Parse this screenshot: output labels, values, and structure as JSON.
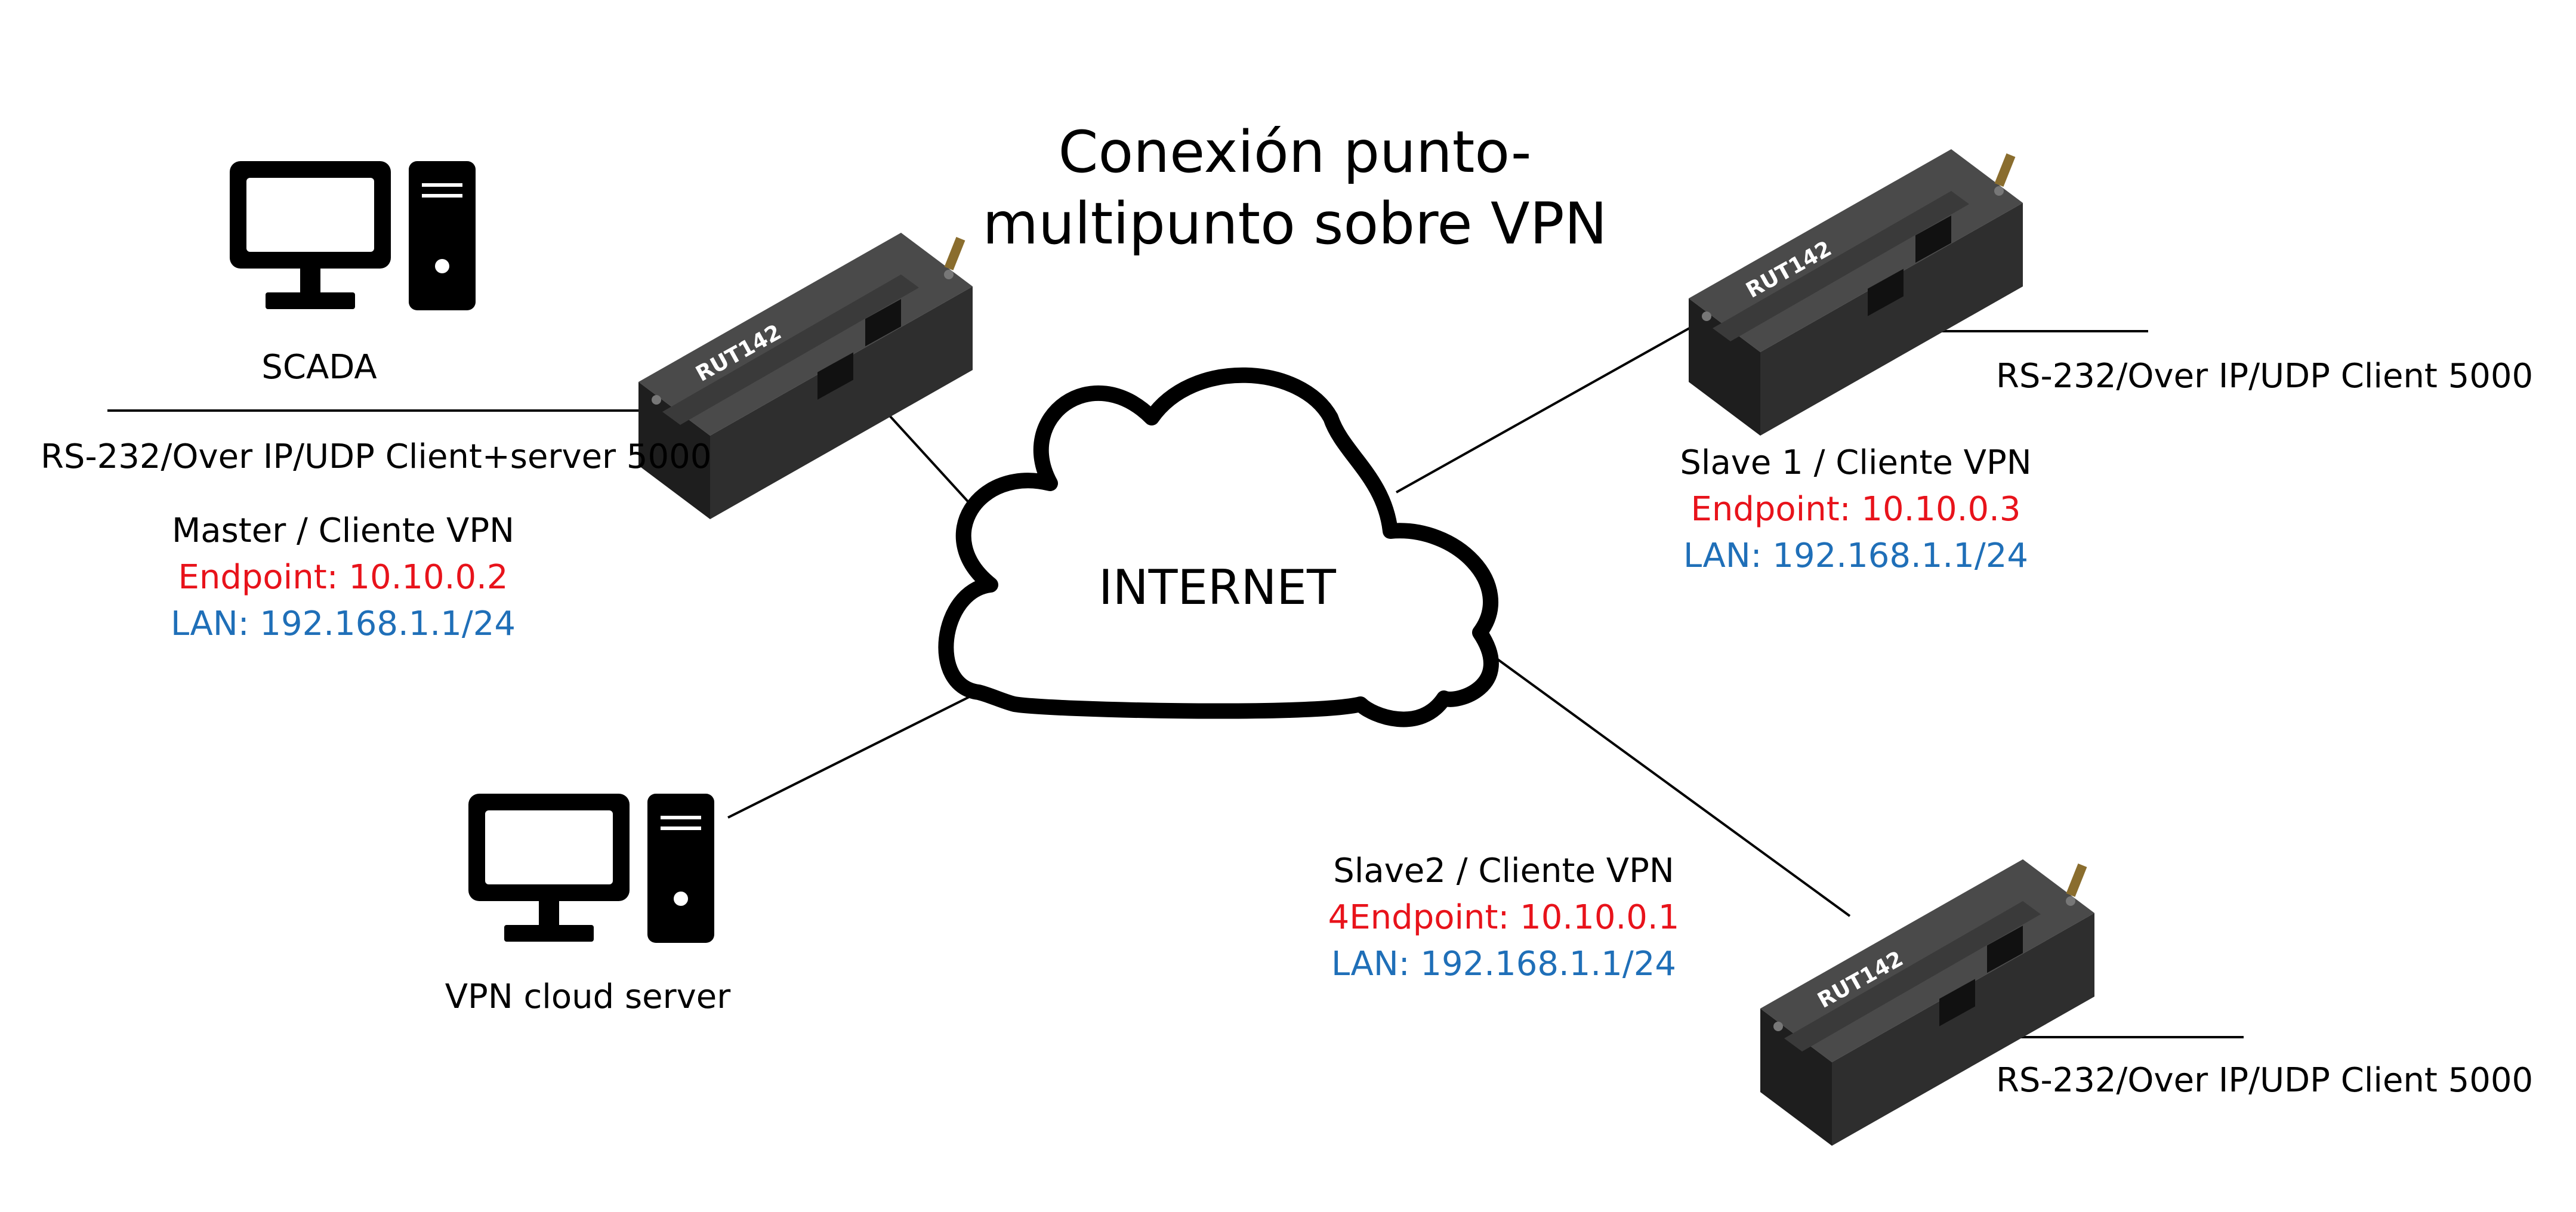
{
  "title": {
    "line1": "Conexión punto-",
    "line2": "multipunto sobre VPN"
  },
  "cloud": {
    "label": "INTERNET"
  },
  "colors": {
    "endpoint": "#e8131b",
    "lan": "#1f6fb8",
    "text": "#000000",
    "device": "#2b2b2b"
  },
  "router_model": "RUT142",
  "master": {
    "name": "Master / Cliente VPN",
    "endpoint": "Endpoint: 10.10.0.2",
    "lan": "LAN: 192.168.1.1/24",
    "serial": "RS-232/Over IP/UDP Client+server 5000"
  },
  "scada": {
    "label": "SCADA"
  },
  "slave1": {
    "name": "Slave 1 / Cliente VPN",
    "endpoint": "Endpoint: 10.10.0.3",
    "lan": "LAN: 192.168.1.1/24",
    "serial": "RS-232/Over IP/UDP Client 5000"
  },
  "slave2": {
    "name": "Slave2 / Cliente VPN",
    "endpoint": "4Endpoint: 10.10.0.1",
    "lan": "LAN: 192.168.1.1/24",
    "serial": "RS-232/Over IP/UDP Client 5000"
  },
  "vpn_server": {
    "label": "VPN cloud server"
  }
}
